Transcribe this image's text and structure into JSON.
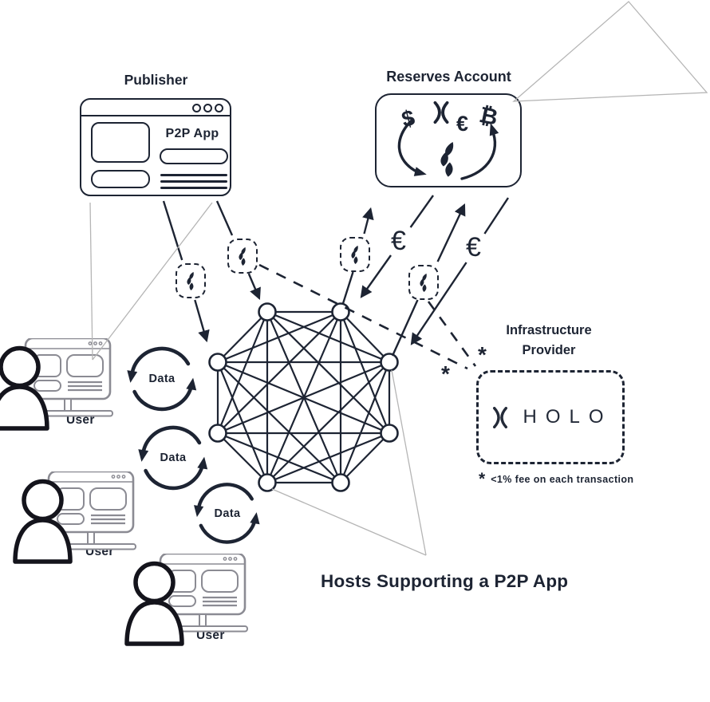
{
  "publisher": {
    "label": "Publisher",
    "app_name": "P2P App"
  },
  "reserves": {
    "label": "Reserves Account",
    "currency_dollar": "$",
    "currency_euro": "€",
    "currency_bitcoin": "₿"
  },
  "network": {
    "hosts_caption": "Hosts Supporting a P2P App"
  },
  "infrastructure": {
    "label_line1": "Infrastructure",
    "label_line2": "Provider",
    "logo_text": "HOLO",
    "fee_marker": "*",
    "fee_note": "<1% fee on each transaction"
  },
  "users": [
    {
      "label": "User"
    },
    {
      "label": "User"
    },
    {
      "label": "User"
    }
  ],
  "data_flows": [
    {
      "label": "Data"
    },
    {
      "label": "Data"
    },
    {
      "label": "Data"
    }
  ],
  "payments": {
    "euro_label_1": "€",
    "euro_label_2": "€",
    "fee_marker_1": "*",
    "fee_marker_2": "*"
  },
  "colors": {
    "ink": "#1d2433",
    "device_gray": "#8b8b93",
    "callout_gray": "#b5b5b5"
  }
}
